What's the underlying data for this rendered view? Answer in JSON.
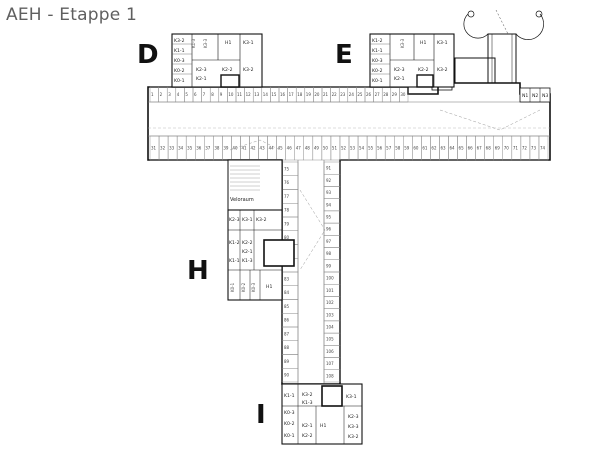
{
  "title": "AEH - Etappe 1",
  "blocks": {
    "d": {
      "letter": "D",
      "rooms": [
        "K3-2",
        "K1-1",
        "K1-3",
        "K0-3",
        "K0-2",
        "K0-1",
        "K2-3",
        "K2-1",
        "K2-2",
        "H1",
        "K3-1",
        "K3-3",
        "K3-2"
      ]
    },
    "e": {
      "letter": "E",
      "rooms": [
        "K1-2",
        "K1-1",
        "K0-3",
        "K0-2",
        "K0-1",
        "K2-3",
        "K2-1",
        "K2-2",
        "H1",
        "K3-1",
        "K3-3",
        "K3-2"
      ]
    },
    "h": {
      "letter": "H",
      "rooms": [
        "K2-3",
        "K3-1",
        "K3-2",
        "K1-2",
        "K2-2",
        "K2-1",
        "K1-1",
        "K1-3",
        "K0-1",
        "K0-2",
        "K0-3",
        "H1"
      ],
      "bike_room": "Veloraum"
    },
    "i": {
      "letter": "I",
      "rooms": [
        "K1-1",
        "K3-2",
        "K3-1",
        "K1-3",
        "K0-3",
        "H1",
        "K0-2",
        "K2-3",
        "K3-3",
        "K0-1",
        "K2-2",
        "K2-1",
        "K3-2"
      ]
    },
    "north_east": {
      "rooms": [
        "N1",
        "N2",
        "N3"
      ]
    }
  },
  "parking": {
    "north_row_top": [
      "1",
      "2",
      "3",
      "4",
      "5",
      "6",
      "7",
      "8",
      "9",
      "10",
      "11",
      "12",
      "13",
      "14",
      "15",
      "16",
      "17",
      "18",
      "19",
      "20",
      "21",
      "22",
      "23",
      "24",
      "25",
      "26",
      "27",
      "28",
      "29",
      "30"
    ],
    "north_row_bottom": [
      "31",
      "32",
      "33",
      "34",
      "35",
      "36",
      "37",
      "38",
      "39",
      "40",
      "41",
      "42",
      "43",
      "44",
      "45",
      "46",
      "47",
      "48",
      "49",
      "50",
      "51",
      "52",
      "53",
      "54",
      "55",
      "56",
      "57",
      "58",
      "59",
      "60",
      "61",
      "62",
      "63",
      "64",
      "65",
      "66",
      "67",
      "68",
      "69",
      "70",
      "71",
      "72",
      "73",
      "74"
    ],
    "south_left": [
      "75",
      "76",
      "77",
      "78",
      "79",
      "80",
      "81",
      "82",
      "83",
      "84",
      "85",
      "86",
      "87",
      "88",
      "89",
      "90"
    ],
    "south_right": [
      "91",
      "92",
      "93",
      "94",
      "95",
      "96",
      "97",
      "98",
      "99",
      "100",
      "101",
      "102",
      "103",
      "104",
      "105",
      "106",
      "107",
      "108"
    ]
  }
}
